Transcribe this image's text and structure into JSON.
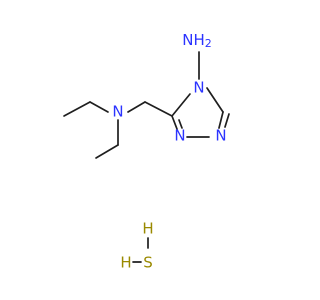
{
  "atoms": {
    "amine_top": "NH",
    "amine_sub": "2",
    "triazole_n4": "N",
    "triazole_n1": "N",
    "triazole_n2": "N",
    "diethyl_n": "N",
    "sh_h_top": "H",
    "sh_s": "S",
    "sh_h_left": "H"
  },
  "colors": {
    "nitrogen": "#2b33ff",
    "sulfur": "#9a8a00",
    "bond": "#1f1f1f"
  }
}
